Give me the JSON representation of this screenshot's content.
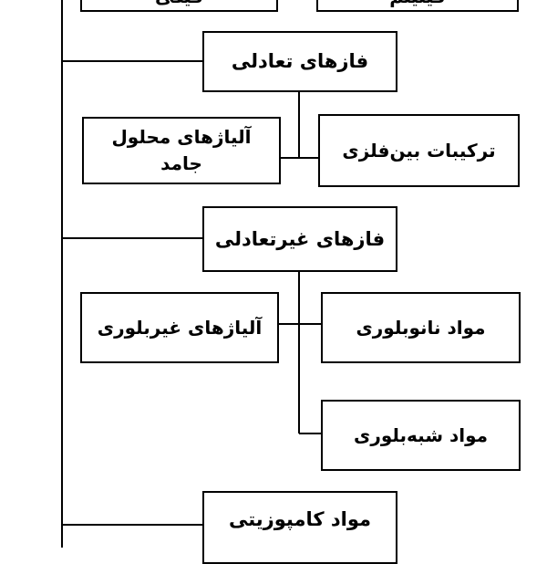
{
  "diagram": {
    "top_left_partial": "فیکی",
    "top_right_partial": "فیلیتم",
    "equilibrium": {
      "label": "فازهای تعادلی",
      "children": [
        "آلیاژهای محلول جامد",
        "ترکیبات بین‌فلزی"
      ]
    },
    "nonequilibrium": {
      "label": "فازهای غیرتعادلی",
      "children": [
        "آلیاژهای غیربلوری",
        "مواد نانوبلوری",
        "مواد شبه‌بلوری"
      ]
    },
    "composite": {
      "label": "مواد کامپوزیتی"
    }
  }
}
